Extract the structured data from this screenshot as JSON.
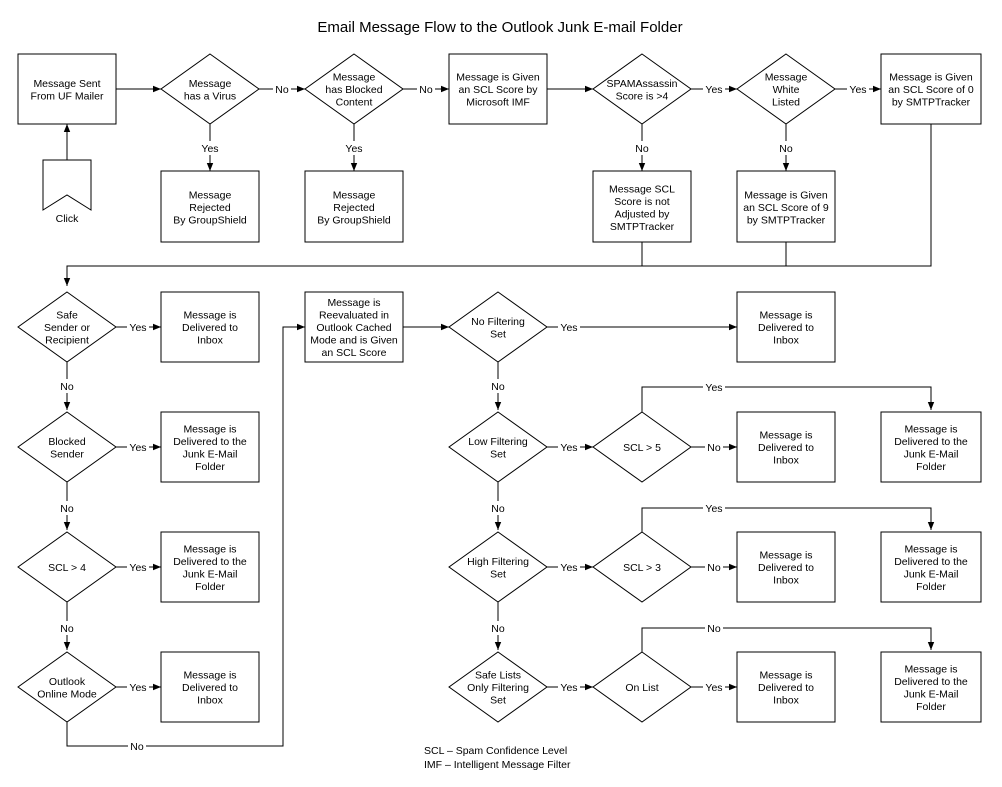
{
  "title": "Email Message Flow to the Outlook Junk E-mail Folder",
  "nodes": {
    "sent": "Message Sent\nFrom UF Mailer",
    "click": "Click",
    "virus": "Message\nhas a Virus",
    "blocked_content": "Message\nhas Blocked\nContent",
    "imf": "Message is Given\nan SCL Score by\nMicrosoft IMF",
    "spamassassin": "SPAMAssassin\nScore is >4",
    "whitelisted": "Message\nWhite\nListed",
    "scl0": "Message is Given\nan SCL Score of 0\nby SMTPTracker",
    "rejected_virus": "Message\nRejected\nBy GroupShield",
    "rejected_content": "Message\nRejected\nBy GroupShield",
    "not_adjusted": "Message SCL\nScore is not\nAdjusted by\nSMTPTracker",
    "scl9": "Message is Given\nan SCL Score of 9\nby SMTPTracker",
    "safe_sender": "Safe\nSender or\nRecipient",
    "deliver_inbox_1": "Message is\nDelivered to\nInbox",
    "blocked_sender": "Blocked\nSender",
    "deliver_junk_1": "Message is\nDelivered to the\nJunk E-Mail\nFolder",
    "scl_gt4": "SCL > 4",
    "deliver_junk_2": "Message is\nDelivered to the\nJunk E-Mail\nFolder",
    "online_mode": "Outlook\nOnline Mode",
    "deliver_inbox_2": "Message is\nDelivered to\nInbox",
    "reevaluated": "Message is\nReevaluated in\nOutlook Cached\nMode and is Given\nan SCL Score",
    "no_filtering": "No Filtering\nSet",
    "deliver_inbox_3": "Message is\nDelivered to\nInbox",
    "low_filtering": "Low Filtering\nSet",
    "scl_gt5": "SCL > 5",
    "deliver_inbox_4": "Message is\nDelivered to\nInbox",
    "deliver_junk_3": "Message is\nDelivered to the\nJunk E-Mail\nFolder",
    "high_filtering": "High Filtering\nSet",
    "scl_gt3": "SCL > 3",
    "deliver_inbox_5": "Message is\nDelivered to\nInbox",
    "deliver_junk_4": "Message is\nDelivered to the\nJunk E-Mail\nFolder",
    "safe_lists": "Safe Lists\nOnly Filtering\nSet",
    "on_list": "On List",
    "deliver_inbox_6": "Message is\nDelivered to\nInbox",
    "deliver_junk_5": "Message is\nDelivered to the\nJunk E-Mail\nFolder"
  },
  "edge_labels": {
    "yes": "Yes",
    "no": "No"
  },
  "legend": [
    "SCL – Spam Confidence Level",
    "IMF – Intelligent Message Filter"
  ]
}
